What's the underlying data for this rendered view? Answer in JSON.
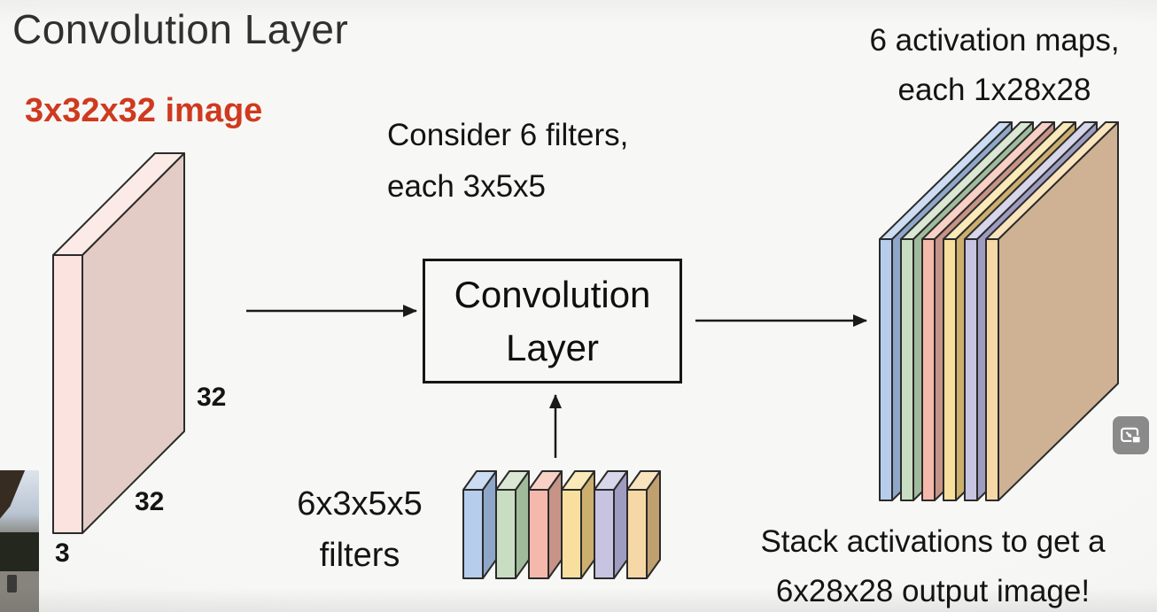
{
  "slide": {
    "title": "Convolution Layer",
    "input": {
      "label": "3x32x32 image",
      "dim_height": "32",
      "dim_width": "32",
      "dim_depth": "3"
    },
    "filters_note": {
      "line1": "Consider 6 filters,",
      "line2": "each 3x5x5"
    },
    "conv_box": {
      "line1": "Convolution",
      "line2": "Layer"
    },
    "filters_label": {
      "line1": "6x3x5x5",
      "line2": "filters"
    },
    "output_note": {
      "line1": "6 activation maps,",
      "line2": "each 1x28x28"
    },
    "stack_note": {
      "line1": "Stack activations to get a",
      "line2": "6x28x28 output image!"
    }
  },
  "colors": {
    "slide_background": "#f6f6f4",
    "title_text": "#303030",
    "body_text": "#141414",
    "input_label_red": "#cf3a1f",
    "outline": "#2b2b2b",
    "input_volume": {
      "front": "#fbe4df",
      "top": "#fceae6",
      "side": "#e2ccc5"
    },
    "filters": [
      {
        "front": "#b7cdec",
        "top": "#ccdcf2",
        "side": "#8ea7c9"
      },
      {
        "front": "#c9ddc3",
        "top": "#d9e7d3",
        "side": "#a0bb9b"
      },
      {
        "front": "#f5b9ac",
        "top": "#f8d0c6",
        "side": "#c69387"
      },
      {
        "front": "#f8df9e",
        "top": "#faeab9",
        "side": "#ccae6e"
      },
      {
        "front": "#c6c4e0",
        "top": "#d7d6ea",
        "side": "#9e9cc0"
      },
      {
        "front": "#f6d8a7",
        "top": "#f9e4bd",
        "side": "#c0a06f"
      }
    ],
    "output_big_face": "#cfb294",
    "miniplayer_button_bg": "#8a8a8a",
    "miniplayer_icon": "#ffffff"
  }
}
